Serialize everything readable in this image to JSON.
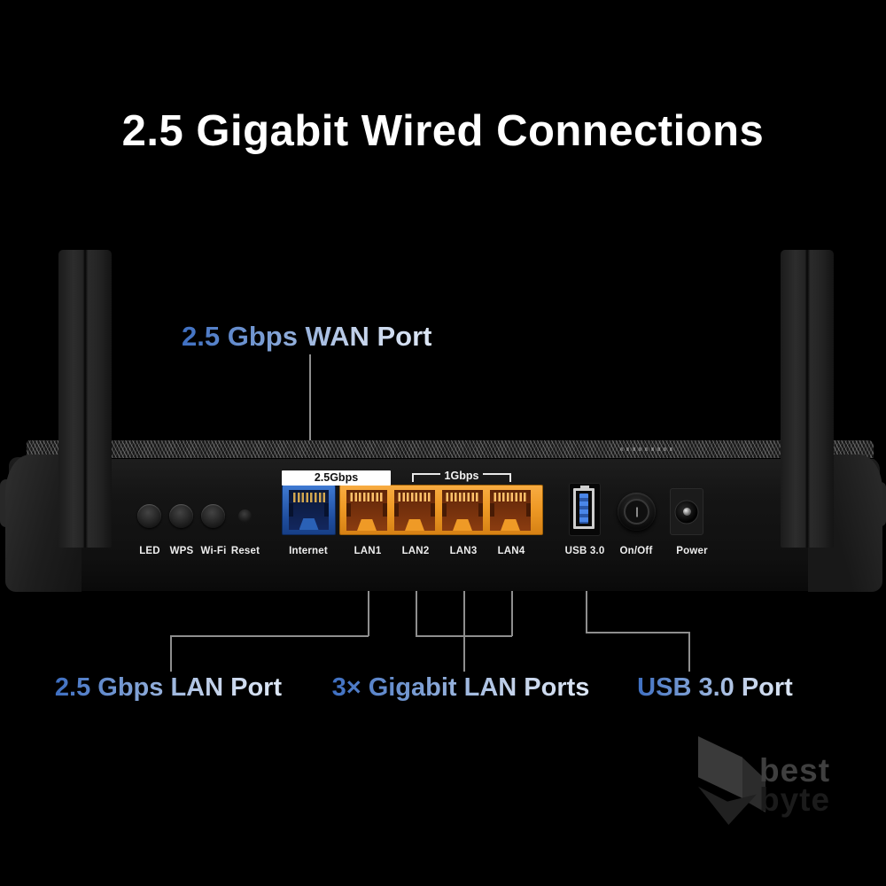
{
  "title": "2.5 Gigabit Wired Connections",
  "callouts": {
    "wan": "2.5 Gbps WAN Port",
    "lan25": "2.5 Gbps LAN Port",
    "gigabit": "3× Gigabit LAN Ports",
    "usb": "USB 3.0 Port"
  },
  "router": {
    "wan_speed_badge": "2.5Gbps",
    "lan_speed_badge": "1Gbps",
    "control_labels": [
      "LED",
      "WPS",
      "Wi-Fi",
      "Reset"
    ],
    "port_labels": [
      "Internet",
      "LAN1",
      "LAN2",
      "LAN3",
      "LAN4"
    ],
    "io_labels": [
      "USB 3.0",
      "On/Off",
      "Power"
    ]
  },
  "watermark": {
    "word1": "best",
    "word2": "byte"
  },
  "colors": {
    "background": "#000000",
    "title_text": "#ffffff",
    "callout_gradient_start": "#3e6fc2",
    "callout_gradient_end": "#dde7f6",
    "callout_line": "#8e8e8e",
    "wan_port_blue": "#2b61b7",
    "lan_port_orange": "#ef9a26",
    "usb_insert_blue": "#4a86e8",
    "badge_bg": "#ffffff",
    "badge_text": "#111111",
    "panel_label_text": "#ededed"
  }
}
